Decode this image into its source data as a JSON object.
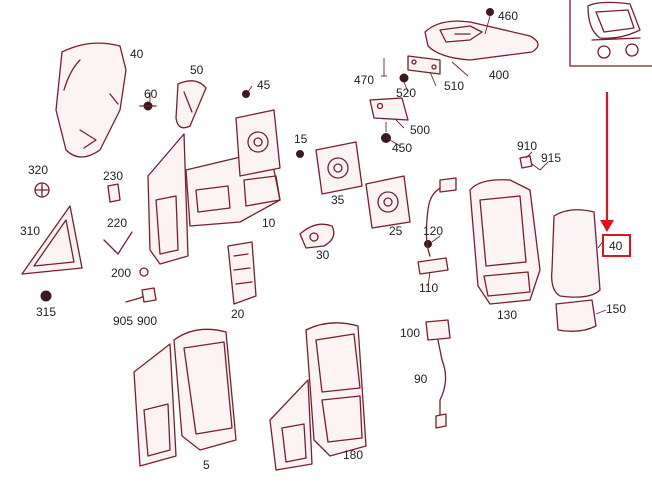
{
  "diagram": {
    "part_numbers": {
      "p460": "460",
      "p40_cover": "40",
      "p50": "50",
      "p45": "45",
      "p470": "470",
      "p510": "510",
      "p400": "400",
      "p60": "60",
      "p520": "520",
      "p500": "500",
      "p15": "15",
      "p450": "450",
      "p910": "910",
      "p915": "915",
      "p320": "320",
      "p230": "230",
      "p35": "35",
      "p10": "10",
      "p220": "220",
      "p310": "310",
      "p25": "25",
      "p120": "120",
      "p40_glass": "40",
      "p30": "30",
      "p200": "200",
      "p110": "110",
      "p130": "130",
      "p150": "150",
      "p315": "315",
      "p905": "905",
      "p900": "900",
      "p20": "20",
      "p100": "100",
      "p90": "90",
      "p5": "5",
      "p180": "180"
    },
    "highlight": {
      "label_ref": "p40_glass",
      "color": "#e0141e"
    },
    "line_color": "#7a1f2a"
  }
}
